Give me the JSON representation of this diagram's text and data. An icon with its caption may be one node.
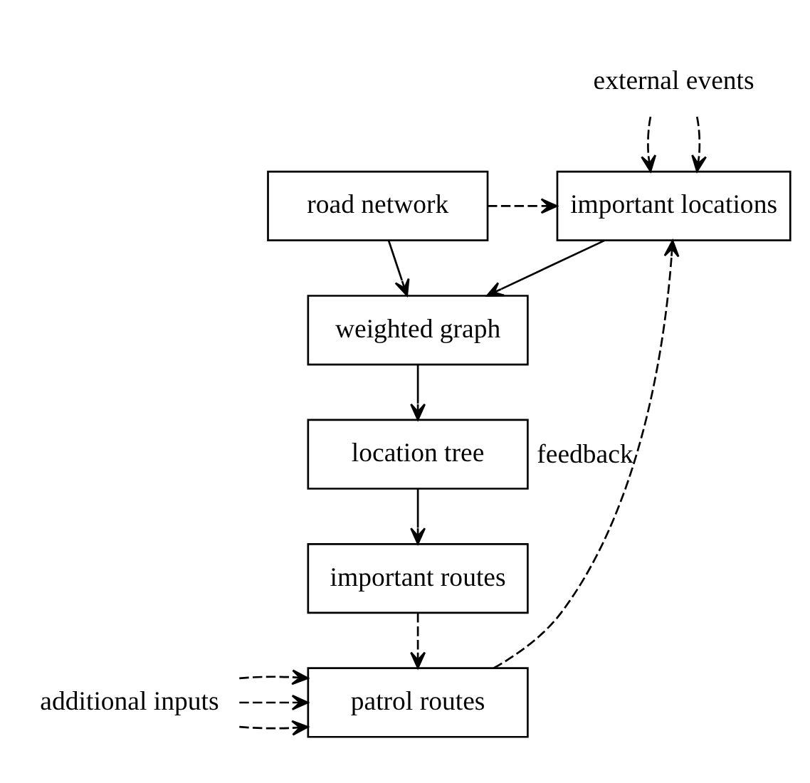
{
  "diagram": {
    "nodes": [
      {
        "text": [
          "road network"
        ]
      },
      {
        "text": [
          "important locations"
        ]
      },
      {
        "text": [
          "weighted graph"
        ]
      },
      {
        "text": [
          "location tree"
        ]
      },
      {
        "text": [
          "important routes"
        ]
      },
      {
        "text": [
          "patrol routes"
        ]
      },
      {
        "text": [
          "external events"
        ]
      },
      {
        "text": [
          "additional inputs"
        ]
      }
    ],
    "edges": [
      {
        "from": 6,
        "to": 1,
        "arrow": "to",
        "style": "dashed"
      },
      {
        "from": 6,
        "to": 1,
        "arrow": "to",
        "style": "dashed"
      },
      {
        "from": 0,
        "to": 1,
        "arrow": "to",
        "style": "dashed"
      },
      {
        "from": 0,
        "to": 2,
        "arrow": "to"
      },
      {
        "from": 1,
        "to": 2,
        "arrow": "to"
      },
      {
        "from": 2,
        "to": 3,
        "arrow": "to"
      },
      {
        "from": 3,
        "to": 4,
        "arrow": "to"
      },
      {
        "from": 4,
        "to": 5,
        "arrow": "to",
        "style": "dashed"
      },
      {
        "from": 5,
        "to": 1,
        "arrow": "to",
        "style": "dashed",
        "label": "feedback"
      },
      {
        "from": 7,
        "to": 5,
        "arrow": "to",
        "style": "dashed"
      },
      {
        "from": 7,
        "to": 5,
        "arrow": "to",
        "style": "dashed"
      },
      {
        "from": 7,
        "to": 5,
        "arrow": "to",
        "style": "dashed"
      }
    ]
  }
}
